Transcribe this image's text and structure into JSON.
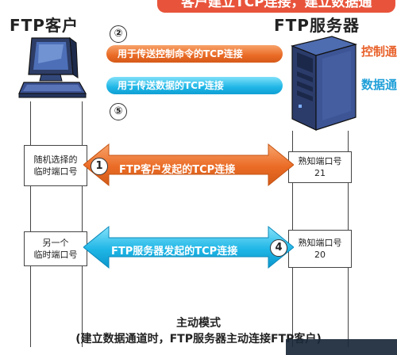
{
  "banner": {
    "text": "客户建立TCP连接，建立数据通"
  },
  "client": {
    "title": "FTP客户"
  },
  "server": {
    "title": "FTP服务器"
  },
  "right_labels": {
    "control": "控制通",
    "data": "数据通"
  },
  "pipes": [
    {
      "number": "②",
      "label": "用于传送控制命令的TCP连接"
    },
    {
      "number": "⑤",
      "label": "用于传送数据的TCP连接"
    }
  ],
  "connections": [
    {
      "number": "1",
      "label": "FTP客户发起的TCP连接",
      "client_port": "随机选择的\n临时端口号",
      "server_port": "熟知端口号\n21"
    },
    {
      "number": "4",
      "label": "FTP服务器发起的TCP连接",
      "client_port": "另一个\n临时端口号",
      "server_port": "熟知端口号\n20"
    }
  ],
  "footer": {
    "mode": "主动模式",
    "note": "(建立数据通道时，FTP服务器主动连接FTP客户)"
  },
  "colors": {
    "orange": "#e96a25",
    "blue": "#1fb6e6",
    "banner": "#e8543b",
    "control_label": "#e8612a",
    "data_label": "#1f9fd8"
  }
}
